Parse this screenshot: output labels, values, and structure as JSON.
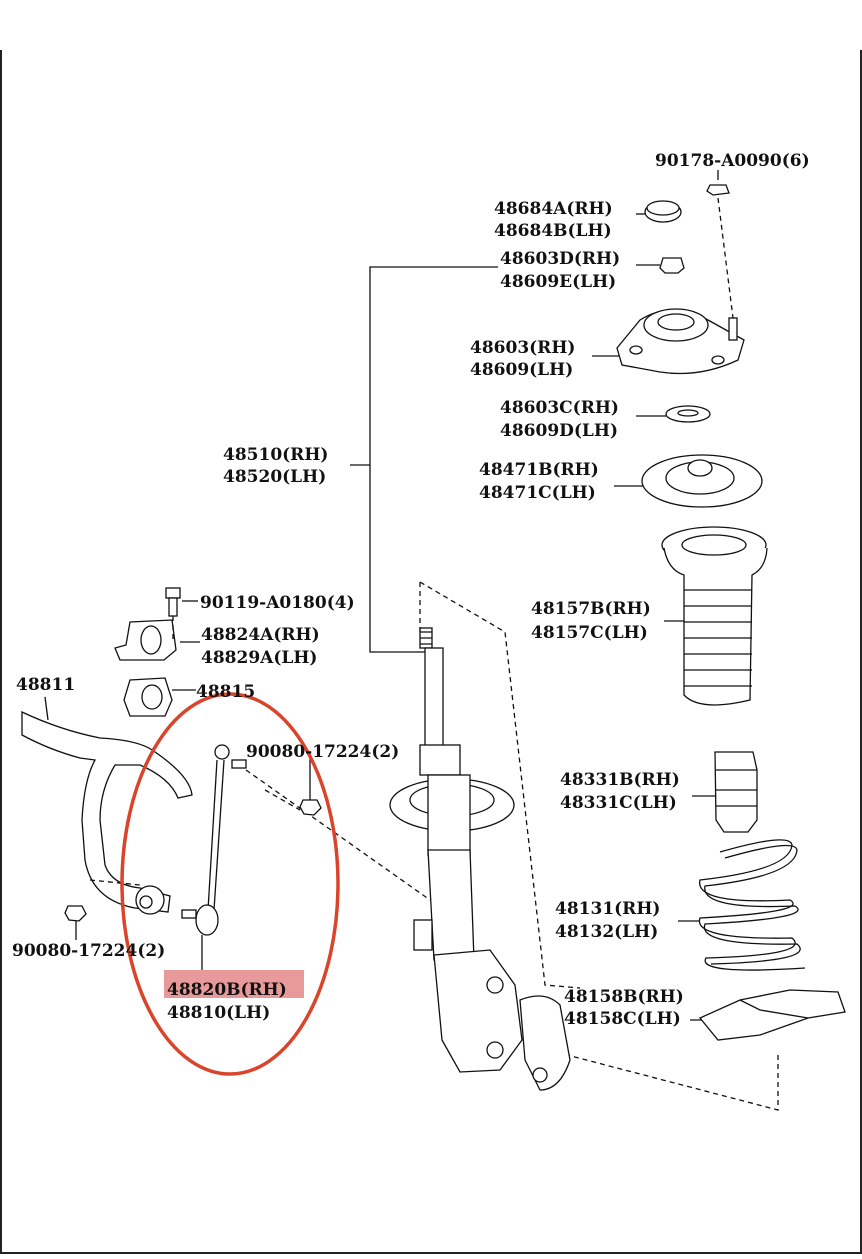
{
  "labels": {
    "l_90178": "90178-A0090(6)",
    "l_48684a": "48684A(RH)",
    "l_48684b": "48684B(LH)",
    "l_48603d": "48603D(RH)",
    "l_48609e": "48609E(LH)",
    "l_48603": "48603(RH)",
    "l_48609": "48609(LH)",
    "l_48603c": "48603C(RH)",
    "l_48609d": "48609D(LH)",
    "l_48510": "48510(RH)",
    "l_48520": "48520(LH)",
    "l_48471b": "48471B(RH)",
    "l_48471c": "48471C(LH)",
    "l_90119": "90119-A0180(4)",
    "l_48824a": "48824A(RH)",
    "l_48829a": "48829A(LH)",
    "l_48157b": "48157B(RH)",
    "l_48157c": "48157C(LH)",
    "l_48811": "48811",
    "l_48815": "48815",
    "l_90080_top": "90080-17224(2)",
    "l_48331b": "48331B(RH)",
    "l_48331c": "48331C(LH)",
    "l_90080_left": "90080-17224(2)",
    "l_48131": "48131(RH)",
    "l_48132": "48132(LH)",
    "l_48820b": "48820B(RH)",
    "l_48810": "48810(LH)",
    "l_48158b": "48158B(RH)",
    "l_48158c": "48158C(LH)"
  },
  "colors": {
    "highlight_circle": "#d9442b",
    "highlight_fill": "#e89a9a",
    "line": "#111111"
  }
}
